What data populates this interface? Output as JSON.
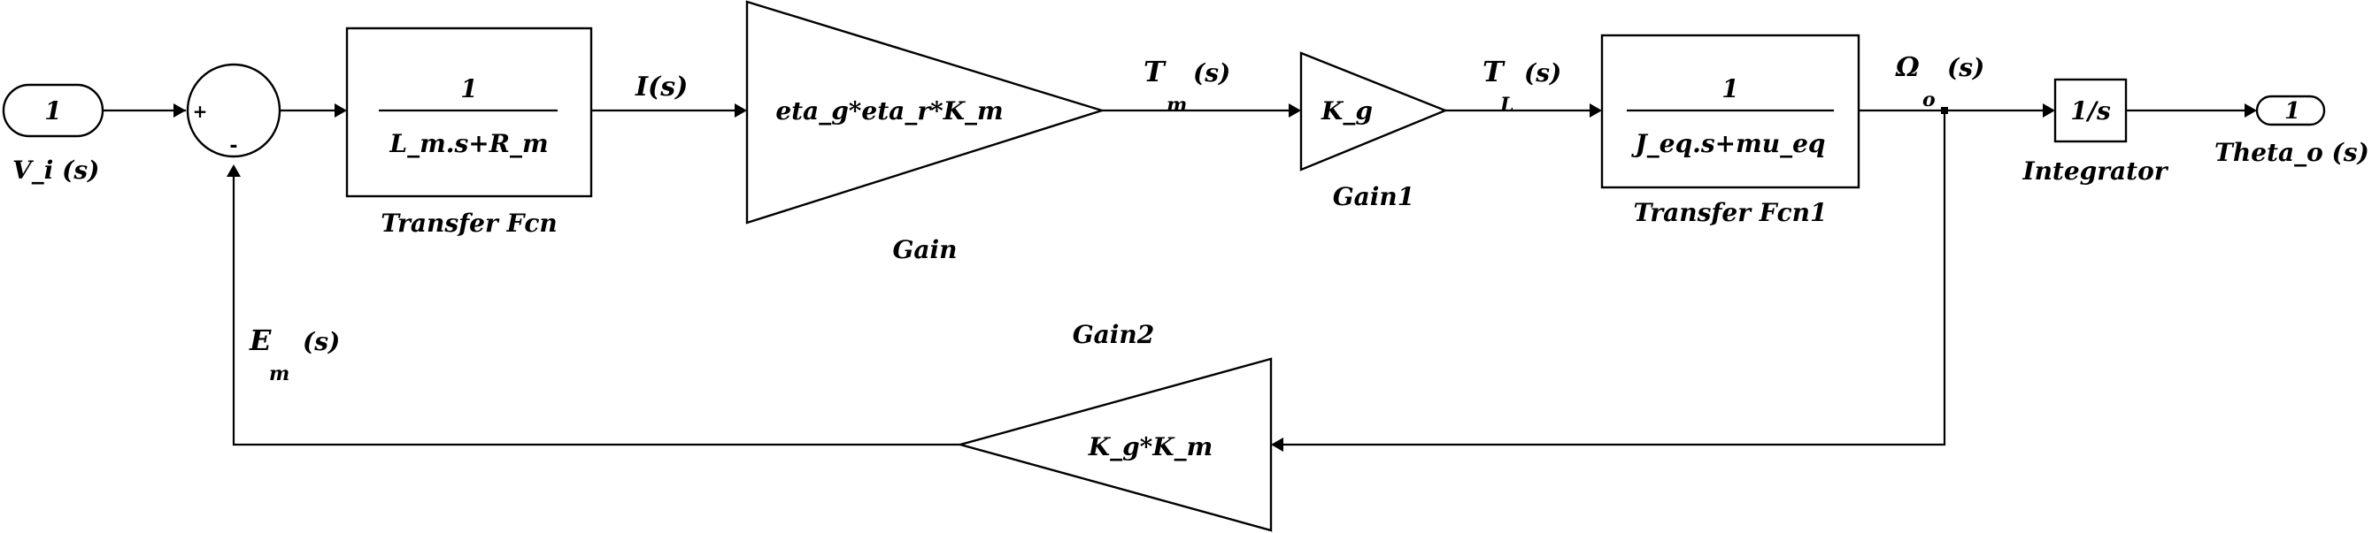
{
  "blocks": {
    "inport": {
      "number": "1",
      "label": "V_i (s)"
    },
    "sum": {
      "plus": "+",
      "minus": "-"
    },
    "transfer_fcn": {
      "numerator": "1",
      "denominator": "L_m.s+R_m",
      "label": "Transfer Fcn"
    },
    "gain": {
      "expression": "eta_g*eta_r*K_m",
      "label": "Gain"
    },
    "gain1": {
      "expression": "K_g",
      "label": "Gain1"
    },
    "transfer_fcn1": {
      "numerator": "1",
      "denominator": "J_eq.s+mu_eq",
      "label": "Transfer Fcn1"
    },
    "integrator": {
      "expression": "1/s",
      "label": "Integrator"
    },
    "outport": {
      "number": "1",
      "label": "Theta_o (s)"
    },
    "gain2": {
      "expression": "K_g*K_m",
      "label": "Gain2"
    }
  },
  "signals": {
    "current": "I(s)",
    "tm": {
      "main": "T",
      "sub": "m",
      "arg": "(s)"
    },
    "tl": {
      "main": "T",
      "sub": "L",
      "arg": "(s)"
    },
    "omega": {
      "main": "Ω",
      "sub": "o",
      "arg": "(s)"
    },
    "em": {
      "main": "E",
      "sub": "m",
      "arg": "(s)"
    }
  }
}
